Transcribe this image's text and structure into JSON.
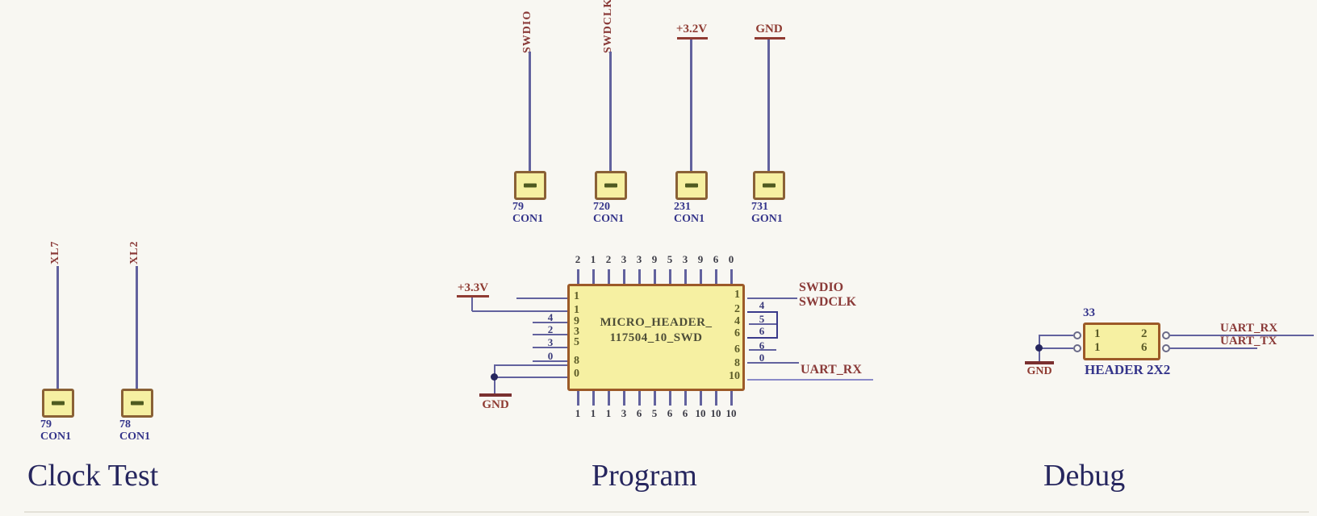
{
  "palette": {
    "wire": "#62629e",
    "net_label": "#8a3a38",
    "designator": "#34348a",
    "component_fill": "#f6f0a2",
    "component_border": "#9c5a28",
    "title": "#26265e"
  },
  "sections": {
    "clock_test": {
      "title": "Clock Test",
      "testpoints": [
        {
          "net": "XL7",
          "pin": "79",
          "refdes": "CON1"
        },
        {
          "net": "XL2",
          "pin": "78",
          "refdes": "CON1"
        }
      ]
    },
    "program": {
      "title": "Program",
      "testpoints": [
        {
          "net": "SWDIO",
          "pin": "79",
          "refdes": "CON1"
        },
        {
          "net": "SWDCLK",
          "pin": "720",
          "refdes": "CON1"
        },
        {
          "net": "+3.2V",
          "pin": "231",
          "refdes": "CON1"
        },
        {
          "net": "GND",
          "pin": "731",
          "refdes": "GON1"
        }
      ],
      "header": {
        "name_line1": "MICRO_HEADER_",
        "name_line2": "117504_10_SWD",
        "top_pins": [
          "2",
          "1",
          "2",
          "3",
          "3",
          "9",
          "5",
          "3",
          "9",
          "6",
          "0"
        ],
        "bottom_pins": [
          "1",
          "1",
          "1",
          "3",
          "6",
          "5",
          "6",
          "6",
          "10",
          "10",
          "10"
        ],
        "left_inner_pins": [
          "1",
          "1",
          "9",
          "3",
          "5",
          "8",
          "0"
        ],
        "right_inner_pins": [
          "1",
          "2",
          "4",
          "6",
          "6",
          "8",
          "10"
        ],
        "left_outer_pins": [
          "4",
          "2",
          "3",
          "0"
        ],
        "right_outer_pins": [
          "4",
          "5",
          "6",
          "6",
          "0"
        ],
        "power_label": "+3.3V",
        "ground_label": "GND",
        "net_swdio": "SWDIO",
        "net_swdclk": "SWDCLK",
        "net_uart_rx": "UART_RX"
      }
    },
    "debug": {
      "title": "Debug",
      "designator": "33",
      "part_label": "HEADER 2X2",
      "left_pins": [
        "1",
        "1"
      ],
      "right_pins": [
        "2",
        "6"
      ],
      "ground_label": "GND",
      "net_uart_rx": "UART_RX",
      "net_uart_tx": "UART_TX"
    }
  }
}
